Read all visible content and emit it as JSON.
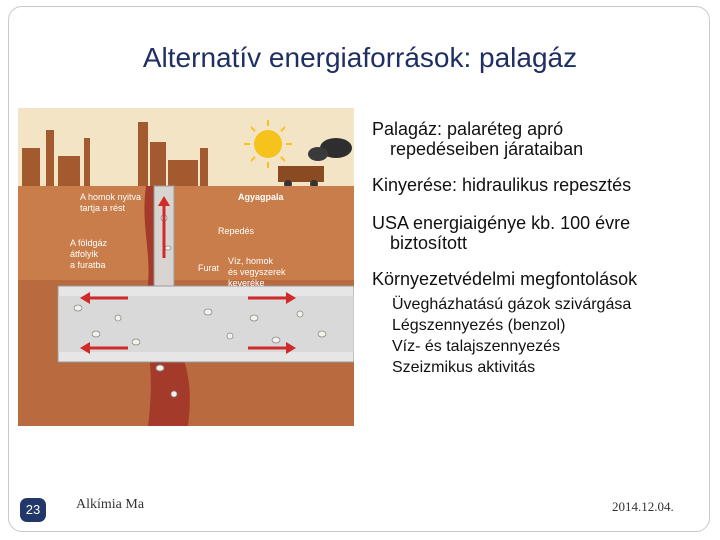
{
  "slide": {
    "title": "Alternatív energiaforrások: palagáz",
    "page_number": "23",
    "footer_left": "Alkímia Ma",
    "footer_right": "2014.12.04."
  },
  "bullets": {
    "marker": "",
    "sub_marker": "",
    "items": [
      {
        "line1": "Palagáz: palaréteg apró",
        "line2": "repedéseiben járataiban"
      },
      {
        "line1": "Kinyerése: hidraulikus repesztés",
        "line2": ""
      },
      {
        "line1": "USA energiaigénye kb. 100 évre",
        "line2": "biztosított"
      },
      {
        "line1": "Környezetvédelmi megfontolások",
        "line2": ""
      }
    ],
    "sub_items": [
      "Üvegházhatású gázok szivárgása",
      "Légszennyezés (benzol)",
      "Víz- és talajszennyezés",
      "Szeizmikus aktivitás"
    ]
  },
  "figure": {
    "labels": {
      "a_homok_1": "A homok nyitva",
      "a_homok_2": "tartja a rést",
      "agyagpala": "Agyagpala",
      "a_foldgaz_1": "A földgáz",
      "a_foldgaz_2": "átfolyik",
      "a_foldgaz_3": "a furatba",
      "repedes": "Repedés",
      "furat": "Furat",
      "viz_1": "Víz, homok",
      "viz_2": "és vegyszerek",
      "viz_3": "keveréke"
    },
    "colors": {
      "sky": "#f5e6c8",
      "rock": "#c87a48",
      "shale": "#b8653c",
      "pipe": "#e8e8e8",
      "fracture": "#a83828",
      "arrow": "#d02a2a"
    }
  }
}
